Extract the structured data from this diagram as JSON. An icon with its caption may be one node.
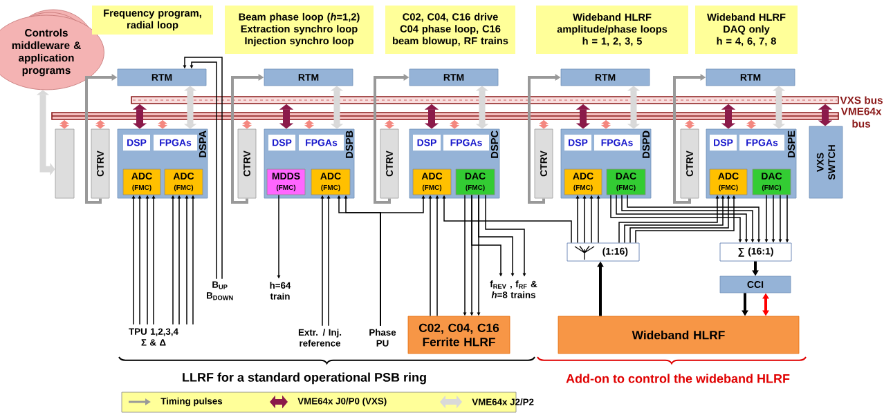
{
  "diagram": {
    "nodes": [
      {
        "text": [
          "Controls middleware & application programs"
        ]
      },
      {
        "text": [
          "Frequency program, radial loop"
        ]
      },
      {
        "text": [
          "Beam phase loop (*h*=1,2) Extraction synchro loop Injection synchro loop"
        ]
      },
      {
        "text": [
          "C02, C04, C16 drive C04 phase loop, C16 beam blowup, RF trains"
        ]
      },
      {
        "text": [
          "Wideband HLRF amplitude/phase loops h = 1, 2, 3, 5"
        ]
      },
      {
        "text": [
          "Wideband HLRF DAQ only h = 4, 6, 7, 8"
        ]
      },
      {
        "text": [
          "VXS bus"
        ]
      },
      {
        "text": [
          "VME64x bus"
        ]
      },
      {
        "text": [],
        "shape": "box"
      },
      {
        "text": [
          "CTRV"
        ]
      },
      {
        "text": [
          "RTM"
        ]
      },
      {
        "text": [
          "DSPA"
        ]
      },
      {
        "text": [
          "DSP"
        ],
        "in": 11
      },
      {
        "text": [
          "FPGAs"
        ],
        "in": 11
      },
      {
        "text": [
          "ADC",
          "(FMC)"
        ],
        "in": 11
      },
      {
        "text": [
          "ADC",
          "(FMC)"
        ],
        "in": 11
      },
      {
        "text": [
          "CTRV"
        ]
      },
      {
        "text": [
          "RTM"
        ]
      },
      {
        "text": [
          "DSPB"
        ]
      },
      {
        "text": [
          "DSP"
        ],
        "in": 18
      },
      {
        "text": [
          "FPGAs"
        ],
        "in": 18
      },
      {
        "text": [
          "MDDS",
          "(FMC)"
        ],
        "in": 18
      },
      {
        "text": [
          "ADC",
          "(FMC)"
        ],
        "in": 18
      },
      {
        "text": [
          "CTRV"
        ]
      },
      {
        "text": [
          "RTM"
        ]
      },
      {
        "text": [
          "DSPC"
        ]
      },
      {
        "text": [
          "DSP"
        ],
        "in": 25
      },
      {
        "text": [
          "FPGAs"
        ],
        "in": 25
      },
      {
        "text": [
          "ADC",
          "(FMC)"
        ],
        "in": 25
      },
      {
        "text": [
          "DAC",
          "(FMC)"
        ],
        "in": 25
      },
      {
        "text": [
          "CTRV"
        ]
      },
      {
        "text": [
          "RTM"
        ]
      },
      {
        "text": [
          "DSPD"
        ]
      },
      {
        "text": [
          "DSP"
        ],
        "in": 32
      },
      {
        "text": [
          "FPGAs"
        ],
        "in": 32
      },
      {
        "text": [
          "ADC",
          "(FMC)"
        ],
        "in": 32
      },
      {
        "text": [
          "DAC",
          "(FMC)"
        ],
        "in": 32
      },
      {
        "text": [
          "CTRV"
        ]
      },
      {
        "text": [
          "RTM"
        ]
      },
      {
        "text": [
          "DSPE"
        ]
      },
      {
        "text": [
          "DSP"
        ],
        "in": 39
      },
      {
        "text": [
          "FPGAs"
        ],
        "in": 39
      },
      {
        "text": [
          "ADC",
          "(FMC)"
        ],
        "in": 39
      },
      {
        "text": [
          "DAC",
          "(FMC)"
        ],
        "in": 39
      },
      {
        "text": [
          "VXS SWTCH"
        ]
      },
      {
        "text": [
          "TPU 1,2,3,4 Σ & Δ"
        ]
      },
      {
        "text": [
          "B$_{UP}$ B$_{DOWN}$"
        ]
      },
      {
        "text": [
          "h=64 train"
        ]
      },
      {
        "text": [
          "Extr. / Inj. reference"
        ]
      },
      {
        "text": [
          "Phase PU"
        ]
      },
      {
        "text": [
          "C02, C04, C16 Ferrite HLRF"
        ]
      },
      {
        "text": [
          "f$_{REV}$ , f$_{RF}$ & *h*=8 trains"
        ]
      },
      {
        "text": [
          "(1:16)"
        ]
      },
      {
        "text": [
          "∑ (16:1)"
        ]
      },
      {
        "text": [
          "CCI"
        ]
      },
      {
        "text": [
          "Wideband HLRF"
        ]
      }
    ],
    "edges": [
      {
        "from": 0,
        "to": 8,
        "arrow": "both",
        "style": "thick",
        "color": "#d9d9d9"
      },
      {
        "from": 7,
        "to": 8,
        "arrow": "both",
        "style": "thick",
        "color": "#f4877f"
      },
      {
        "from": 9,
        "to": 10,
        "arrow": "to",
        "style": "thick",
        "color": "#999999"
      },
      {
        "from": 7,
        "to": 9,
        "arrow": "both",
        "style": "thick",
        "color": "#f4877f"
      },
      {
        "from": 7,
        "to": 11,
        "arrow": "both",
        "style": "thick",
        "color": "#f4877f"
      },
      {
        "from": 6,
        "to": 11,
        "arrow": "both",
        "style": "thick",
        "color": "#8b1a4a"
      },
      {
        "from": 10,
        "to": 11,
        "arrow": "both",
        "style": "thick",
        "color": "#d9d9d9"
      },
      {
        "from": 16,
        "to": 17,
        "arrow": "to",
        "style": "thick",
        "color": "#999999"
      },
      {
        "from": 7,
        "to": 16,
        "arrow": "both",
        "style": "thick",
        "color": "#f4877f"
      },
      {
        "from": 7,
        "to": 18,
        "arrow": "both",
        "style": "thick",
        "color": "#f4877f"
      },
      {
        "from": 6,
        "to": 18,
        "arrow": "both",
        "style": "thick",
        "color": "#8b1a4a"
      },
      {
        "from": 17,
        "to": 18,
        "arrow": "both",
        "style": "thick",
        "color": "#d9d9d9"
      },
      {
        "from": 23,
        "to": 24,
        "arrow": "to",
        "style": "thick",
        "color": "#999999"
      },
      {
        "from": 7,
        "to": 23,
        "arrow": "both",
        "style": "thick",
        "color": "#f4877f"
      },
      {
        "from": 7,
        "to": 25,
        "arrow": "both",
        "style": "thick",
        "color": "#f4877f"
      },
      {
        "from": 6,
        "to": 25,
        "arrow": "both",
        "style": "thick",
        "color": "#8b1a4a"
      },
      {
        "from": 24,
        "to": 25,
        "arrow": "both",
        "style": "thick",
        "color": "#d9d9d9"
      },
      {
        "from": 30,
        "to": 31,
        "arrow": "to",
        "style": "thick",
        "color": "#999999"
      },
      {
        "from": 7,
        "to": 30,
        "arrow": "both",
        "style": "thick",
        "color": "#f4877f"
      },
      {
        "from": 7,
        "to": 32,
        "arrow": "both",
        "style": "thick",
        "color": "#f4877f"
      },
      {
        "from": 6,
        "to": 32,
        "arrow": "both",
        "style": "thick",
        "color": "#8b1a4a"
      },
      {
        "from": 31,
        "to": 32,
        "arrow": "both",
        "style": "thick",
        "color": "#d9d9d9"
      },
      {
        "from": 37,
        "to": 38,
        "arrow": "to",
        "style": "thick",
        "color": "#999999"
      },
      {
        "from": 7,
        "to": 37,
        "arrow": "both",
        "style": "thick",
        "color": "#f4877f"
      },
      {
        "from": 7,
        "to": 39,
        "arrow": "both",
        "style": "thick",
        "color": "#f4877f"
      },
      {
        "from": 6,
        "to": 39,
        "arrow": "both",
        "style": "thick",
        "color": "#8b1a4a"
      },
      {
        "from": 38,
        "to": 39,
        "arrow": "both",
        "style": "thick",
        "color": "#d9d9d9"
      },
      {
        "from": 6,
        "to": 44,
        "arrow": "both",
        "style": "thick",
        "color": "#8b1a4a"
      },
      {
        "from": 45,
        "to": 14,
        "arrow": "to"
      },
      {
        "from": 45,
        "to": 14,
        "arrow": "to"
      },
      {
        "from": 45,
        "to": 14,
        "arrow": "to"
      },
      {
        "from": 45,
        "to": 14,
        "arrow": "to"
      },
      {
        "from": 45,
        "to": 15,
        "arrow": "to"
      },
      {
        "from": 45,
        "to": 15,
        "arrow": "to"
      },
      {
        "from": 45,
        "to": 15,
        "arrow": "to"
      },
      {
        "from": 45,
        "to": 15,
        "arrow": "to"
      },
      {
        "from": 46,
        "to": 10,
        "arrow": "to"
      },
      {
        "from": 46,
        "to": 10,
        "arrow": "to"
      },
      {
        "from": 21,
        "to": 47,
        "arrow": "to"
      },
      {
        "from": 48,
        "to": 22,
        "arrow": "to"
      },
      {
        "from": 48,
        "to": 22,
        "arrow": "to"
      },
      {
        "from": 49,
        "to": 22,
        "arrow": "to"
      },
      {
        "from": 49,
        "to": 22,
        "arrow": "to"
      },
      {
        "from": 49,
        "to": 28,
        "arrow": "to"
      },
      {
        "from": 50,
        "to": 28,
        "arrow": "to"
      },
      {
        "from": 50,
        "to": 28,
        "arrow": "to"
      },
      {
        "from": 52,
        "to": 28,
        "arrow": "to"
      },
      {
        "from": 29,
        "to": 50,
        "arrow": "to"
      },
      {
        "from": 29,
        "to": 50,
        "arrow": "to"
      },
      {
        "from": 29,
        "to": 50,
        "arrow": "to"
      },
      {
        "from": 29,
        "to": 51,
        "arrow": "to"
      },
      {
        "from": 29,
        "to": 51,
        "arrow": "to"
      },
      {
        "from": 29,
        "to": 51,
        "arrow": "to"
      },
      {
        "from": 52,
        "to": 35,
        "arrow": "to"
      },
      {
        "from": 52,
        "to": 35,
        "arrow": "to"
      },
      {
        "from": 52,
        "to": 35,
        "arrow": "to"
      },
      {
        "from": 52,
        "to": 35,
        "arrow": "to"
      },
      {
        "from": 36,
        "to": 53,
        "arrow": "to"
      },
      {
        "from": 36,
        "to": 53,
        "arrow": "to"
      },
      {
        "from": 36,
        "to": 53,
        "arrow": "to"
      },
      {
        "from": 36,
        "to": 53,
        "arrow": "to"
      },
      {
        "from": 52,
        "to": 42,
        "arrow": "to"
      },
      {
        "from": 52,
        "to": 42,
        "arrow": "to"
      },
      {
        "from": 52,
        "to": 42,
        "arrow": "to"
      },
      {
        "from": 52,
        "to": 42,
        "arrow": "to"
      },
      {
        "from": 43,
        "to": 53,
        "arrow": "to"
      },
      {
        "from": 43,
        "to": 53,
        "arrow": "to"
      },
      {
        "from": 43,
        "to": 53,
        "arrow": "to"
      },
      {
        "from": 43,
        "to": 53,
        "arrow": "to"
      },
      {
        "from": 53,
        "to": 54,
        "arrow": "to",
        "style": "thick"
      },
      {
        "from": 54,
        "to": 55,
        "arrow": "to",
        "style": "thick"
      },
      {
        "from": 54,
        "to": 55,
        "arrow": "both",
        "style": "thick",
        "color": "#ff0000"
      },
      {
        "from": 55,
        "to": 52,
        "arrow": "to",
        "style": "thick"
      }
    ],
    "labels": [
      "LLRF for a standard operational PSB ring",
      "Add-on to control the wideband HLRF"
    ],
    "legend": [
      {
        "text": "Timing pulses"
      },
      {
        "text": "VME64x J0/P0 (VXS)"
      },
      {
        "text": "VME64x J2/P2"
      }
    ]
  }
}
